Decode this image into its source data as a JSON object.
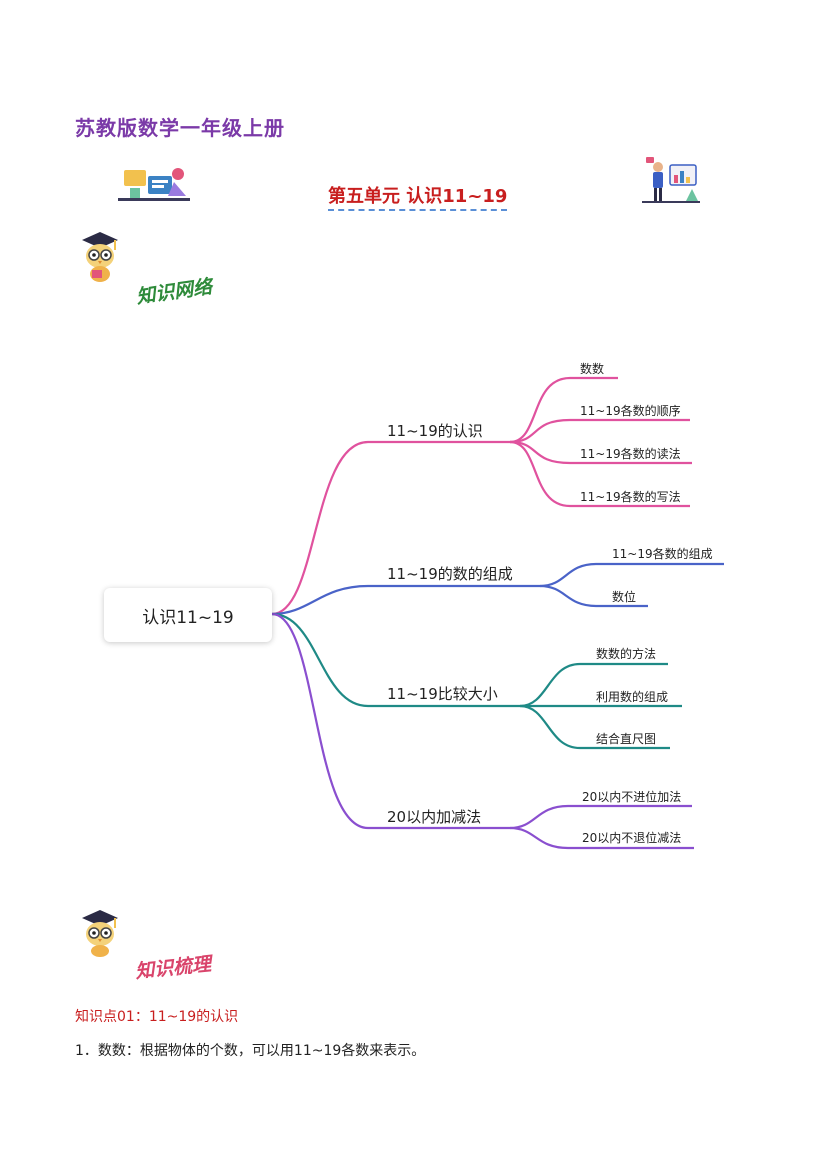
{
  "header": {
    "book_title": "苏教版数学一年级上册",
    "unit_title": "第五单元 认识11~19"
  },
  "sections": {
    "network_title": "知识网络",
    "review_title": "知识梳理"
  },
  "mindmap": {
    "root": "认识11~19",
    "branches": [
      {
        "label": "11~19的认识",
        "color": "#e0529e",
        "leaves": [
          "数数",
          "11~19各数的顺序",
          "11~19各数的读法",
          "11~19各数的写法"
        ]
      },
      {
        "label": "11~19的数的组成",
        "color": "#4a63c8",
        "leaves": [
          "11~19各数的组成",
          "数位"
        ]
      },
      {
        "label": "11~19比较大小",
        "color": "#1f8a86",
        "leaves": [
          "数数的方法",
          "利用数的组成",
          "结合直尺图"
        ]
      },
      {
        "label": "20以内加减法",
        "color": "#8a4fcf",
        "leaves": [
          "20以内不进位加法",
          "20以内不退位减法"
        ]
      }
    ]
  },
  "knowledge": {
    "point_title": "知识点01：11~19的认识",
    "item1": "1．数数：根据物体的个数，可以用11~19各数来表示。"
  },
  "icons": {
    "left_banner": "study-illustration-icon",
    "right_banner": "presentation-illustration-icon",
    "mascot": "owl-scholar-icon"
  }
}
